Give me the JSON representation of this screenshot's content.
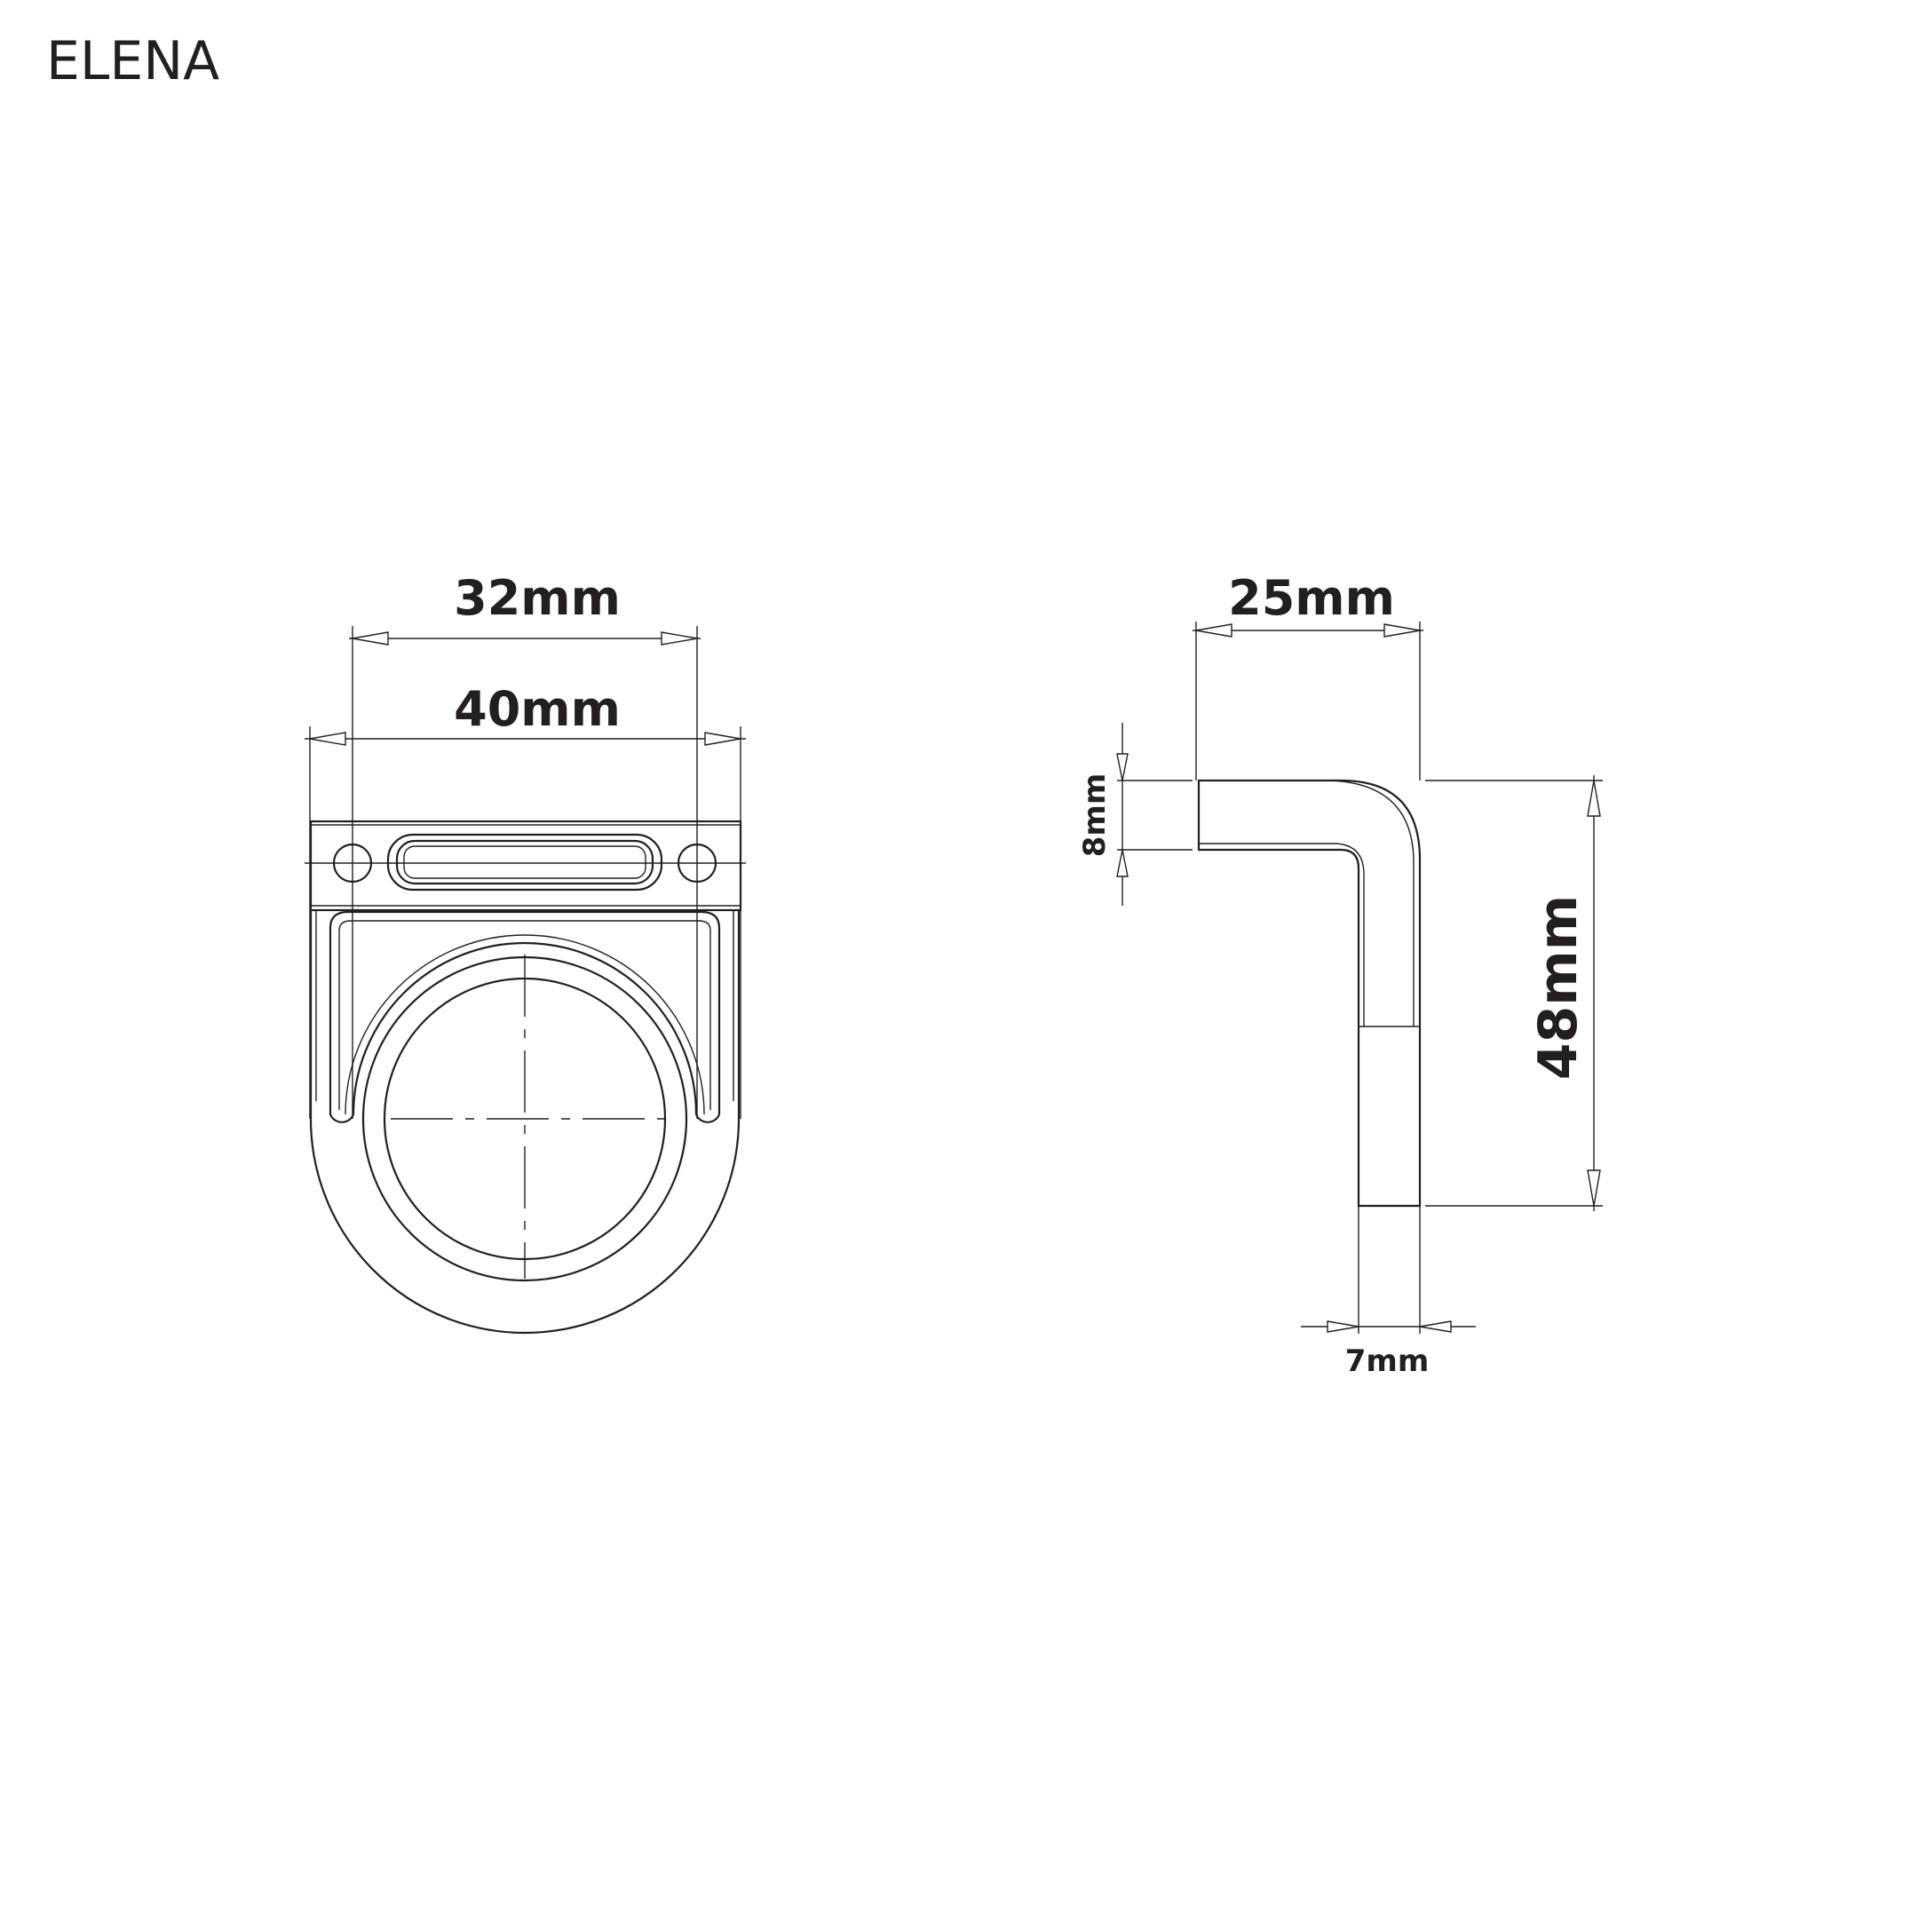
{
  "title": "ELENA",
  "front_view": {
    "dim_hole_spacing": "32mm",
    "dim_width": "40mm"
  },
  "side_view": {
    "dim_projection": "25mm",
    "dim_plate_thickness": "8mm",
    "dim_height": "48mm",
    "dim_leg_thickness": "7mm"
  }
}
